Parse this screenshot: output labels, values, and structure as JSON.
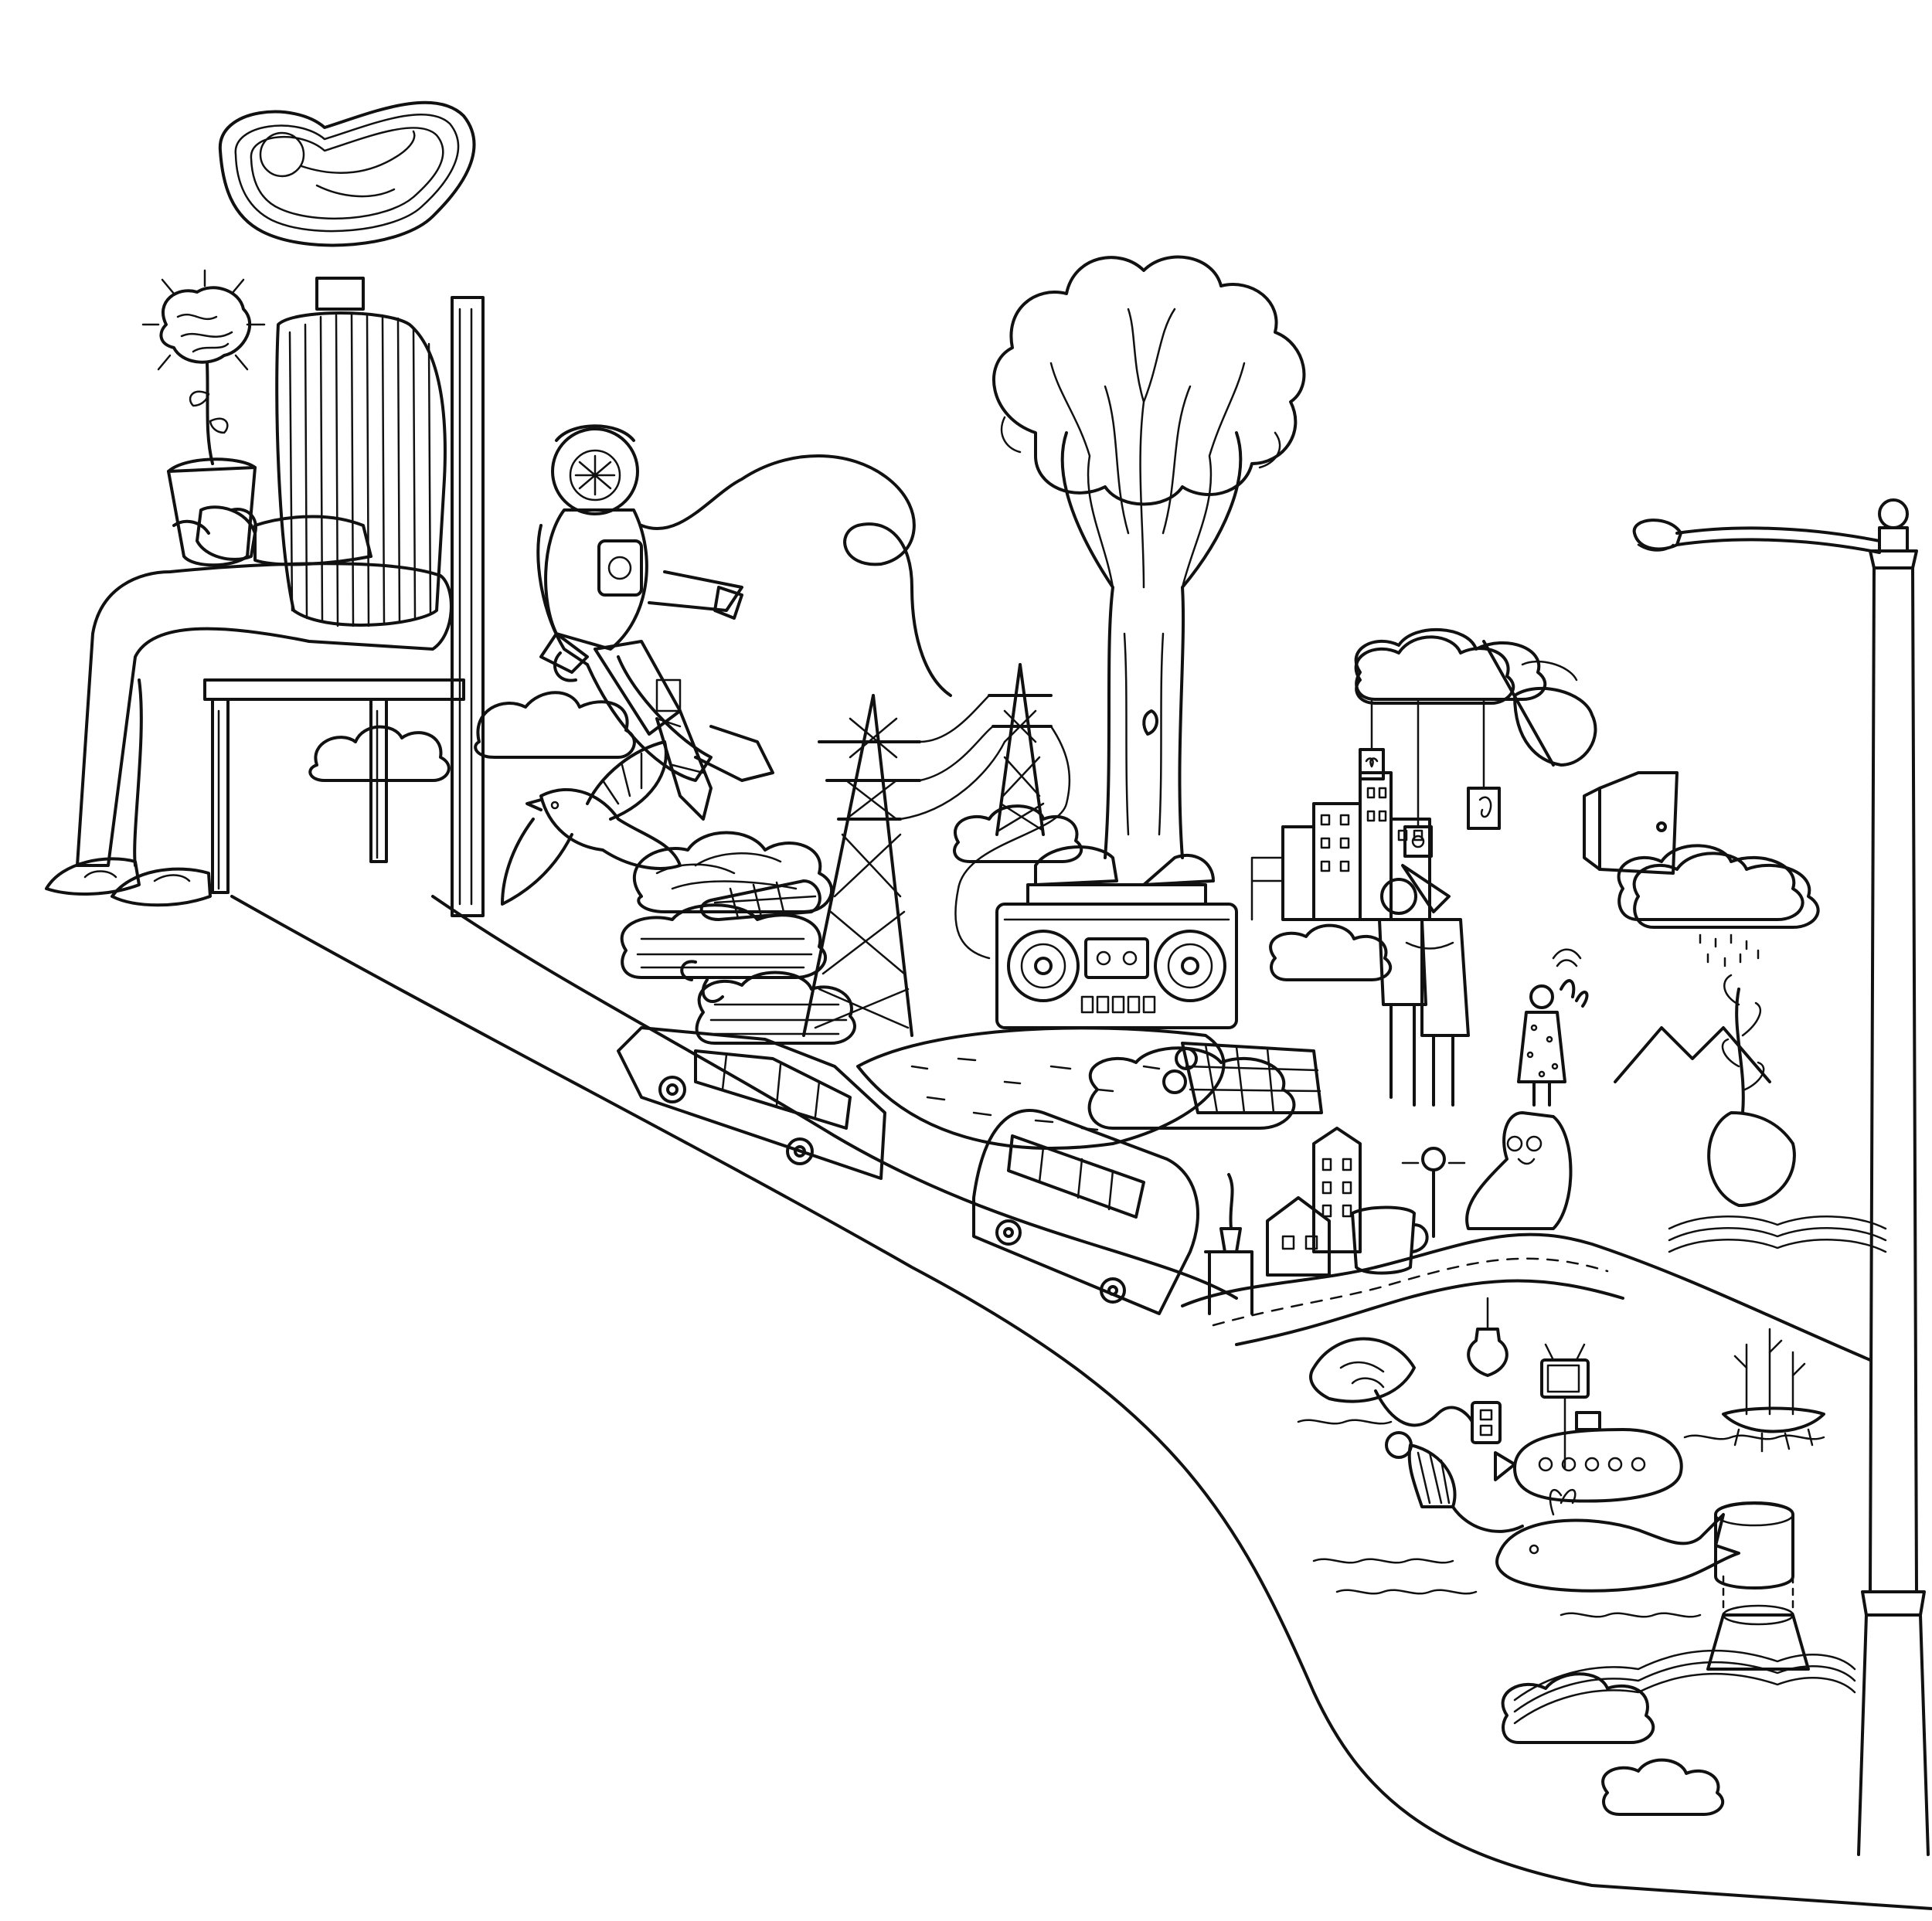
{
  "scene": {
    "background": "#ffffff",
    "ink": "#111111",
    "elements": [
      "headless-seated-man",
      "floating-fetus",
      "potted-brain-plant",
      "wooden-chair",
      "deep-sea-diver",
      "bird",
      "power-towers",
      "giant-tree",
      "boombox",
      "station-wagon",
      "camper-van",
      "city-skyline",
      "hanging-picture-frames",
      "painting-hand",
      "door-in-sky",
      "embracing-couple",
      "girl-with-plant",
      "sleeping-couple",
      "houses",
      "coffee-mug",
      "winding-road",
      "light-bulb",
      "wall-outlet",
      "television",
      "submarine",
      "whale",
      "tree-stump",
      "street-lamp",
      "clouds",
      "hills"
    ]
  }
}
